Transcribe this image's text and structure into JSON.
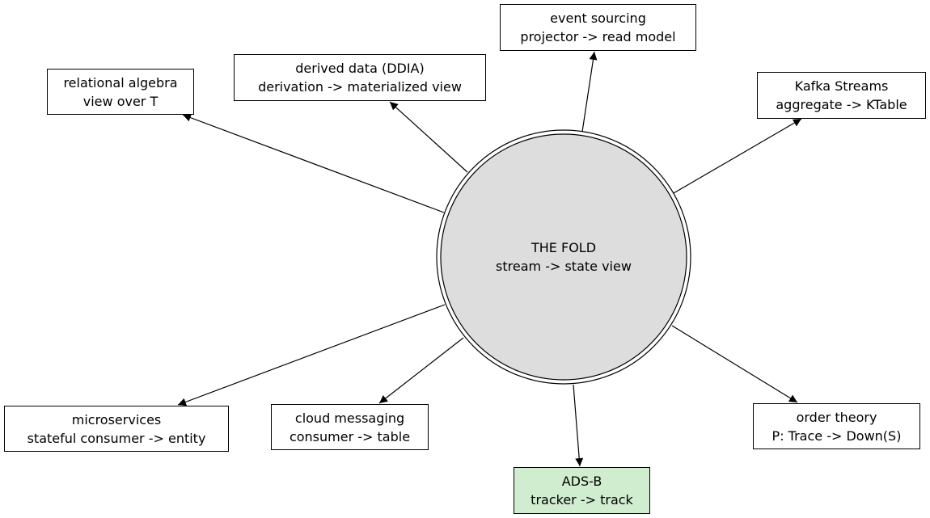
{
  "colors": {
    "center_fill": "#dddddd",
    "highlight_fill": "#d1edd0",
    "default_fill": "#ffffff",
    "stroke": "#000000"
  },
  "center": {
    "line1": "THE FOLD",
    "line2": "stream -> state view"
  },
  "nodes": {
    "event_sourcing": {
      "line1": "event sourcing",
      "line2": "projector -> read model"
    },
    "derived_data": {
      "line1": "derived data (DDIA)",
      "line2": "derivation -> materialized view"
    },
    "relational_algebra": {
      "line1": "relational algebra",
      "line2": "view over T"
    },
    "kafka_streams": {
      "line1": "Kafka Streams",
      "line2": "aggregate -> KTable"
    },
    "microservices": {
      "line1": "microservices",
      "line2": "stateful consumer -> entity"
    },
    "cloud_messaging": {
      "line1": "cloud messaging",
      "line2": "consumer -> table"
    },
    "adsb": {
      "line1": "ADS-B",
      "line2": "tracker -> track"
    },
    "order_theory": {
      "line1": "order theory",
      "line2": "P: Trace -> Down(S)"
    }
  }
}
